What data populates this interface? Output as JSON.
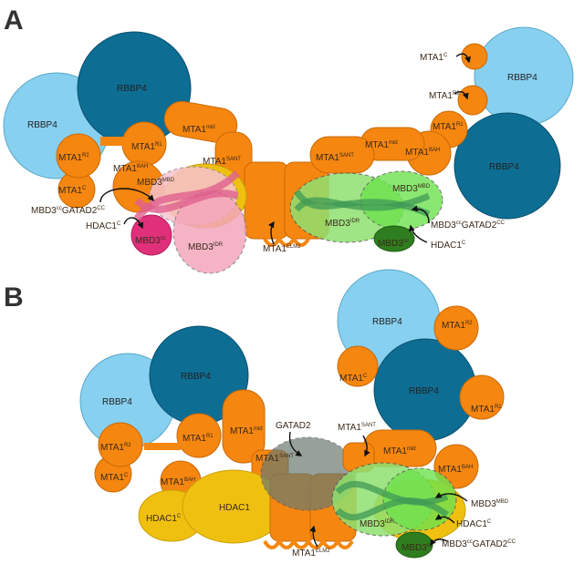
{
  "panels": {
    "a": "A",
    "b": "B"
  },
  "colors": {
    "rbbp4_light": "#87d0f0",
    "rbbp4_dark": "#0e6d92",
    "mta1": "#f5860f",
    "hdac1": "#f0c010",
    "mbd3_green": "#6ee24e",
    "mbd3_green_dark": "#2e7d1e",
    "mbd3_pink": "#f4a6bd",
    "mbd3_magenta": "#e0307a",
    "gatad2_gray": "#6b7a70"
  },
  "labels": {
    "rbbp4": "RBBP4",
    "mta1": "MTA1",
    "mta1_r1": "R1",
    "mta1_r2": "R2",
    "mta1_c": "C",
    "mta1_mid": "mid",
    "mta1_bah": "BAH",
    "mta1_sant": "SANT",
    "mta1_elm2": "ELM2",
    "mbd3": "MBD3",
    "mbd3_mbd": "MBD",
    "mbd3_idr": "IDR",
    "mbd3_cc": "cc",
    "gatad2": "GATAD2",
    "gatad2_cc": "CC",
    "hdac1": "HDAC1",
    "hdac1_c": "C"
  }
}
